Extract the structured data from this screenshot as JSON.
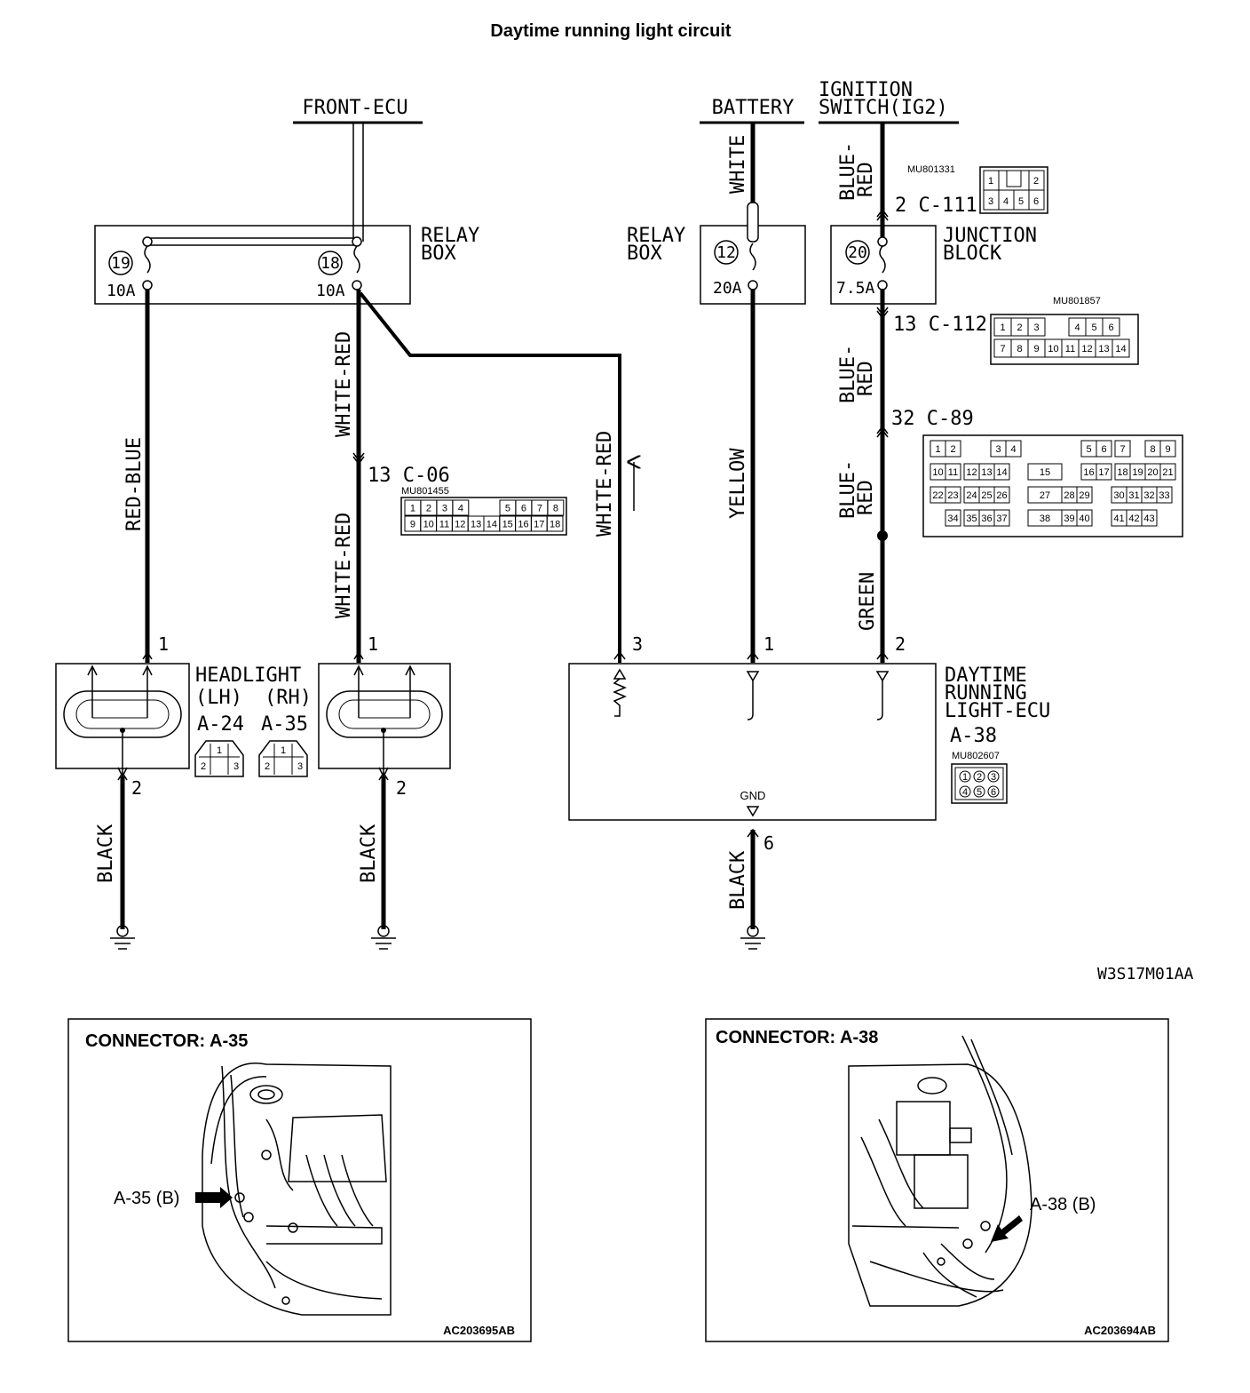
{
  "title": "Daytime running light circuit",
  "figure_code": "W3S17M01AA",
  "sources": {
    "front_ecu": "FRONT-ECU",
    "battery": "BATTERY",
    "ignition_l1": "IGNITION",
    "ignition_l2": "SWITCH(IG2)"
  },
  "relay_box_left": {
    "label_l1": "RELAY",
    "label_l2": "BOX",
    "fuse19": "19",
    "fuse18": "18",
    "amp19": "10A",
    "amp18": "10A"
  },
  "relay_box_mid": {
    "label_l1": "RELAY",
    "label_l2": "BOX",
    "fuse": "12",
    "amp": "20A"
  },
  "junction_block": {
    "label_l1": "JUNCTION",
    "label_l2": "BLOCK",
    "fuse": "20",
    "amp": "7.5A"
  },
  "wires": {
    "red_blue": "RED-BLUE",
    "white_red_1": "WHITE-RED",
    "white_red_2": "WHITE-RED",
    "white_red_3": "WHITE-RED",
    "white": "WHITE",
    "yellow": "YELLOW",
    "blue_red_1_l1": "BLUE-",
    "blue_red_1_l2": "RED",
    "blue_red_2_l1": "BLUE-",
    "blue_red_2_l2": "RED",
    "blue_red_3_l1": "BLUE-",
    "blue_red_3_l2": "RED",
    "green": "GREEN",
    "black_1": "BLACK",
    "black_2": "BLACK",
    "black_3": "BLACK"
  },
  "connectors": {
    "c111": "2 C-111",
    "c111_part": "MU801331",
    "c111_pins": [
      "1",
      "2",
      "3",
      "4",
      "5",
      "6"
    ],
    "c112": "13 C-112",
    "c112_part": "MU801857",
    "c112_pins_top": [
      "1",
      "2",
      "3",
      "4",
      "5",
      "6"
    ],
    "c112_pins_bottom": [
      "7",
      "8",
      "9",
      "10",
      "11",
      "12",
      "13",
      "14"
    ],
    "c89": "32 C-89",
    "c89_pins": [
      "1",
      "2",
      "3",
      "4",
      "5",
      "6",
      "7",
      "8",
      "9",
      "10",
      "11",
      "12",
      "13",
      "14",
      "15",
      "16",
      "17",
      "18",
      "19",
      "20",
      "21",
      "22",
      "23",
      "24",
      "25",
      "26",
      "27",
      "28",
      "29",
      "30",
      "31",
      "32",
      "33",
      "34",
      "35",
      "36",
      "37",
      "38",
      "39",
      "40",
      "41",
      "42",
      "43"
    ],
    "c06": "13 C-06",
    "c06_part": "MU801455",
    "c06_pins_top": [
      "1",
      "2",
      "3",
      "4",
      "5",
      "6",
      "7",
      "8"
    ],
    "c06_pins_bottom": [
      "9",
      "10",
      "11",
      "12",
      "13",
      "14",
      "15",
      "16",
      "17",
      "18"
    ],
    "a38_part": "MU802607",
    "a38_pins": [
      "1",
      "2",
      "3",
      "4",
      "5",
      "6"
    ]
  },
  "pins": {
    "hl_lh_1": "1",
    "hl_lh_2": "2",
    "hl_rh_1": "1",
    "hl_rh_2": "2",
    "ecu_3": "3",
    "ecu_1": "1",
    "ecu_2": "2",
    "ecu_6": "6"
  },
  "headlight": {
    "label": "HEADLIGHT",
    "lh": "(LH)",
    "rh": "(RH)",
    "lh_code": "A-24",
    "rh_code": "A-35",
    "conn_pins": [
      "1",
      "2",
      "3"
    ]
  },
  "drl_ecu": {
    "label_l1": "DAYTIME",
    "label_l2": "RUNNING",
    "label_l3": "LIGHT-ECU",
    "code": "A-38",
    "gnd": "GND"
  },
  "panel_left": {
    "title": "CONNECTOR: A-35",
    "callout": "A-35 (B)",
    "code": "AC203695AB"
  },
  "panel_right": {
    "title": "CONNECTOR: A-38",
    "callout": "A-38 (B)",
    "code": "AC203694AB"
  }
}
